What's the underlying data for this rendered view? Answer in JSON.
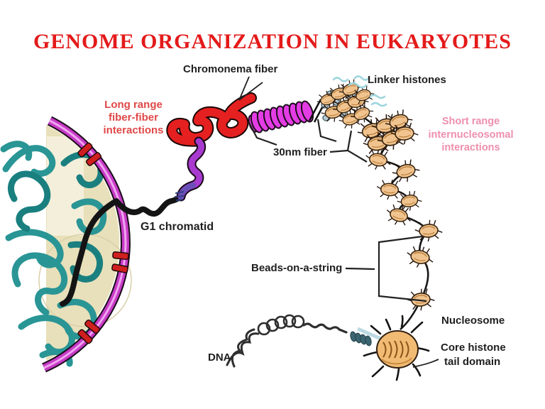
{
  "slide": {
    "title": "GENOME ORGANIZATION IN EUKARYOTES",
    "background_color": "#ffffff",
    "title_color": "#e41a1a"
  },
  "labels": {
    "chromonema_fiber": "Chromonema fiber",
    "linker_histones": "Linker histones",
    "long_range": [
      "Long range",
      "fiber-fiber",
      "interactions"
    ],
    "short_range": [
      "Short range",
      "internucleosomal",
      "interactions"
    ],
    "fiber_30nm": "30nm fiber",
    "g1_chromatid": "G1 chromatid",
    "beads_on_a_string": "Beads-on-a-string",
    "dna": "DNA",
    "nucleosome": "Nucleosome",
    "core_histone": [
      "Core histone",
      "tail domain"
    ]
  },
  "colors": {
    "label_black": "#1f1f1f",
    "long_range_red": "#e04848",
    "short_range_pink": "#ee8fad",
    "chromonema_red": "#e52020",
    "solenoid_magenta": "#e43ce4",
    "nuclear_fiber_magenta": "#c73bc7",
    "clamp_red": "#cf1f1f",
    "chromosome_teal": "#2a9595",
    "nucleus_beige": "#e8e0ba",
    "nucleosome_tan": "#f1c48f",
    "linker_histone_blue": "#9fd6de"
  }
}
